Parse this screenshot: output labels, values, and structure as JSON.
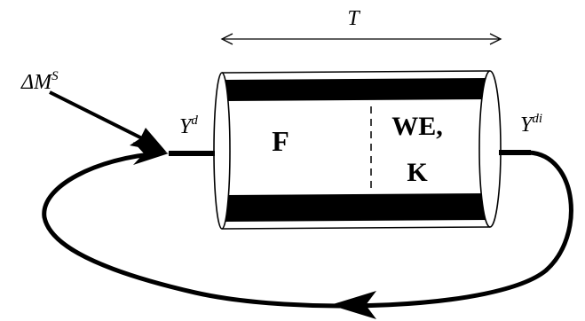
{
  "period_label": "T",
  "shock_label": {
    "prefix": "ΔM",
    "superscript": "S"
  },
  "input_label": {
    "base": "Y",
    "superscript": "d"
  },
  "output_label": {
    "base": "Y",
    "superscript": "di"
  },
  "stage_left_label": "F",
  "stage_right_label_line1": "WE,",
  "stage_right_label_line2": "K",
  "colors": {
    "ink": "#000000",
    "background": "#ffffff"
  }
}
